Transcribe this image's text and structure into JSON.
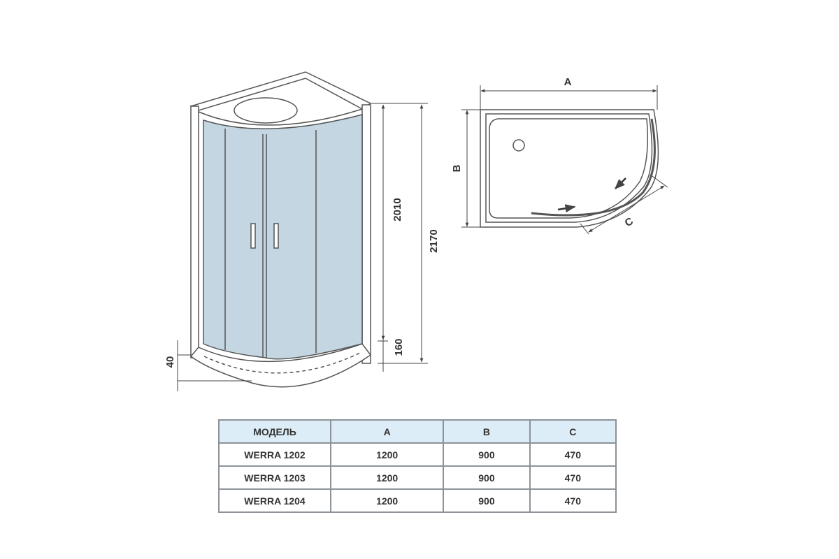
{
  "elevation": {
    "dims": {
      "height_cabin": "2010",
      "height_total": "2170",
      "tray_height": "160",
      "foot_height": "40"
    }
  },
  "plan": {
    "labels": {
      "a": "A",
      "b": "B",
      "c": "C"
    }
  },
  "table": {
    "headers": [
      "МОДЕЛЬ",
      "A",
      "B",
      "C"
    ],
    "rows": [
      [
        "WERRA 1202",
        "1200",
        "900",
        "470"
      ],
      [
        "WERRA 1203",
        "1200",
        "900",
        "470"
      ],
      [
        "WERRA 1204",
        "1200",
        "900",
        "470"
      ]
    ]
  },
  "colors": {
    "glass": "#c3d6e2",
    "header": "#dcedf7",
    "line": "#555555"
  }
}
